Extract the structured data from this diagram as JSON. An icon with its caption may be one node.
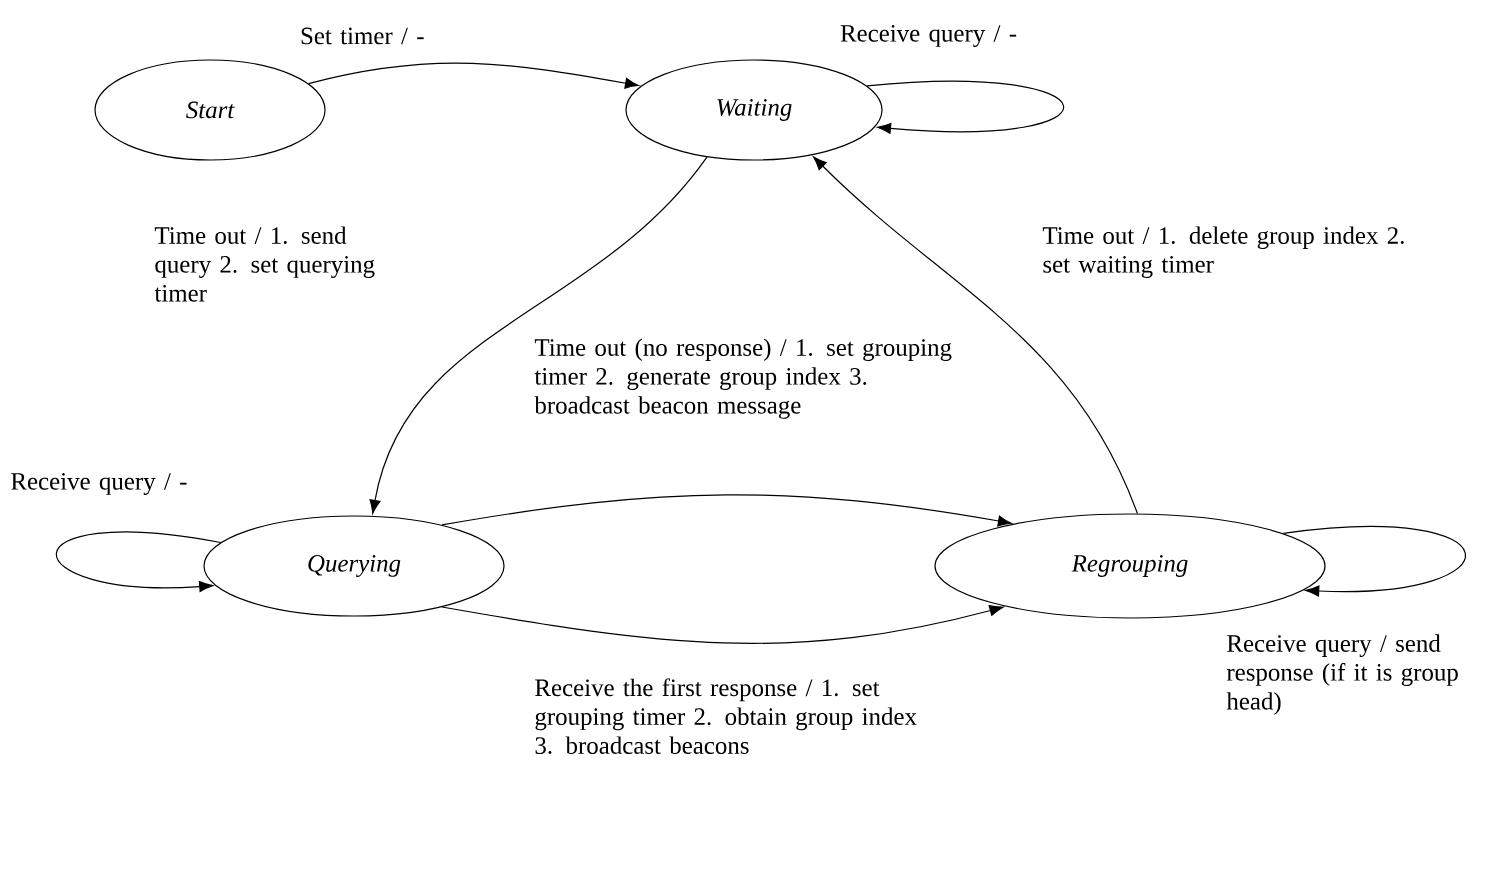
{
  "diagram": {
    "nodes": [
      {
        "text": [
          "Start"
        ]
      },
      {
        "text": [
          "Waiting"
        ]
      },
      {
        "text": [
          "Querying"
        ]
      },
      {
        "text": [
          "Regrouping"
        ]
      }
    ],
    "edges": [
      {
        "from": 0,
        "to": 1,
        "arrow": "to",
        "label": "Set timer / -"
      },
      {
        "from": 1,
        "to": 1,
        "arrow": "to",
        "label": "Receive query / -"
      },
      {
        "from": 1,
        "to": 2,
        "arrow": "to",
        "label": "Time out / 1. send query 2. set querying timer"
      },
      {
        "from": 2,
        "to": 3,
        "arrow": "to",
        "label": "Time out (no response) / 1. set grouping timer 2. generate group index 3. broadcast beacon message"
      },
      {
        "from": 2,
        "to": 3,
        "arrow": "to",
        "label": "Receive the first response / 1. set grouping timer 2. obtain group index 3. broadcast beacons"
      },
      {
        "from": 3,
        "to": 1,
        "arrow": "to",
        "label": "Time out / 1. delete group index 2. set waiting timer"
      },
      {
        "from": 2,
        "to": 2,
        "arrow": "to",
        "label": "Receive query / -"
      },
      {
        "from": 3,
        "to": 3,
        "arrow": "to",
        "label": "Receive query / send response (if it is group head)"
      }
    ]
  }
}
